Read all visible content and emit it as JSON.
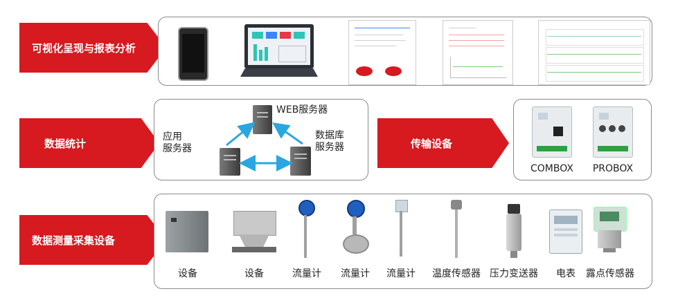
{
  "rows": {
    "visual": {
      "label": "可视化呈现与报表分析"
    },
    "stats": {
      "label": "数据统计",
      "server_web": "WEB服务器",
      "server_app": "应用\n服务器",
      "server_db": "数据库\n服务器"
    },
    "transfer": {
      "label": "传输设备",
      "devices": [
        "COMBOX",
        "PROBOX"
      ]
    },
    "measure": {
      "label": "数据测量采集设备",
      "devices": [
        "设备",
        "设备",
        "流量计",
        "流量计",
        "流量计",
        "温度传感器",
        "压力变送器",
        "电表",
        "露点传感器"
      ]
    }
  },
  "colors": {
    "accent": "#d71920",
    "link_arrow": "#2aa7e0"
  }
}
